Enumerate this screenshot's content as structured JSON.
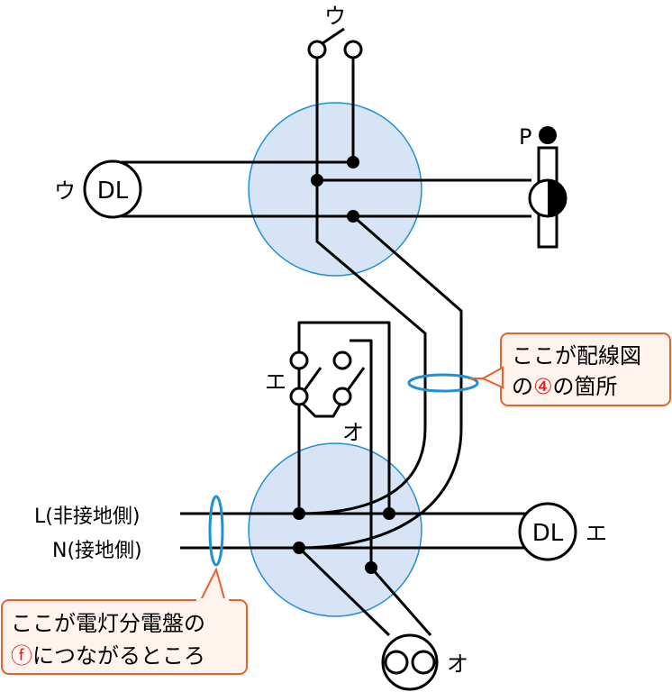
{
  "labels": {
    "switch_u_top": "ウ",
    "dl_u_side": "ウ",
    "dl_u": "DL",
    "pilot_p": "P",
    "switch_e": "エ",
    "switch_o": "オ",
    "dl_e": "DL",
    "dl_e_side": "エ",
    "outlet_o_side": "オ",
    "line_l": "L(非接地側)",
    "line_n": "N(接地側)"
  },
  "callouts": {
    "wiring4": {
      "line1": "ここが配線図",
      "line2_pre": "の",
      "line2_mark": "④",
      "line2_post": "の箇所"
    },
    "panel_f": {
      "line1": "ここが電灯分電盤の",
      "line2_mark": "ⓕ",
      "line2_post": "につながるところ"
    }
  },
  "colors": {
    "junction_fill": "#d6e4f5",
    "junction_stroke": "#1f8fd6",
    "callout_border": "#e8602c",
    "callout_fill": "#fff3ee",
    "accent_red": "#e02020",
    "marker_blue": "#1f8fd6"
  }
}
